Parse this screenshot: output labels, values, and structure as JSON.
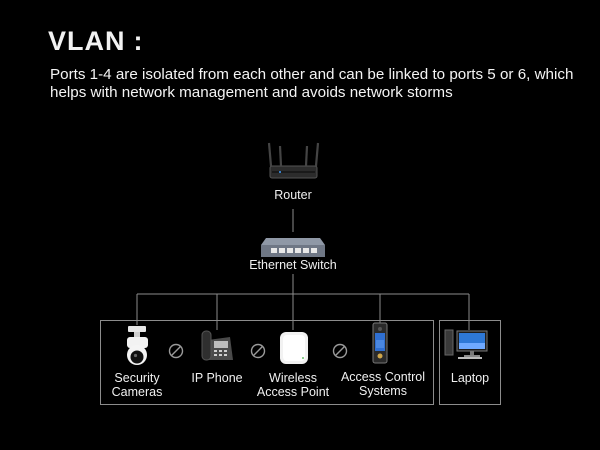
{
  "title": "VLAN",
  "title_colon": ":",
  "description": "Ports 1-4 are isolated from each other and can be linked to ports 5 or 6, which helps with network management and avoids network storms",
  "nodes": {
    "router": "Router",
    "switch": "Ethernet Switch",
    "cameras": "Security\nCameras",
    "phone": "IP Phone",
    "ap": "Wireless\nAccess Point",
    "access": "Access Control\nSystems",
    "laptop": "Laptop"
  },
  "icons": {
    "router": "router-icon",
    "switch": "ethernet-switch-icon",
    "cameras": "security-camera-icon",
    "phone": "ip-phone-icon",
    "ap": "wireless-access-point-icon",
    "access": "access-control-terminal-icon",
    "laptop": "desktop-computer-icon",
    "isolation": "blocked-icon"
  },
  "colors": {
    "background": "#000000",
    "text": "#ffffff",
    "line": "#8c8c8c"
  }
}
